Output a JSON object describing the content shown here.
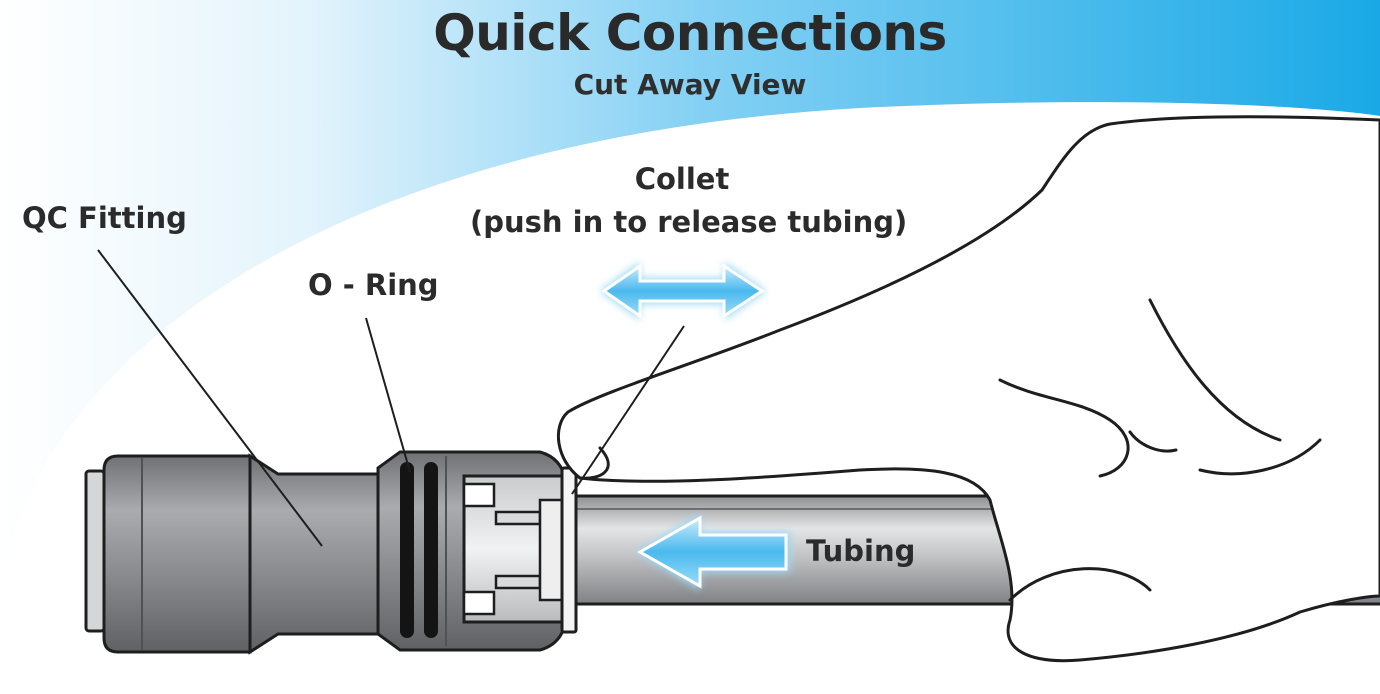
{
  "title": "Quick Connections",
  "subtitle": "Cut Away View",
  "labels": {
    "qc_fitting": "QC Fitting",
    "o_ring": "O - Ring",
    "collet_line1": "Collet",
    "collet_line2": "(push in to release tubing)",
    "tubing": "Tubing"
  },
  "colors": {
    "sky_blue": "#1aa9e6",
    "arrow_blue": "#5fc4f2",
    "fitting_gray": "#8c8e91",
    "tubing_gray": "#b4b6b8",
    "outline": "#1e1e1e"
  }
}
